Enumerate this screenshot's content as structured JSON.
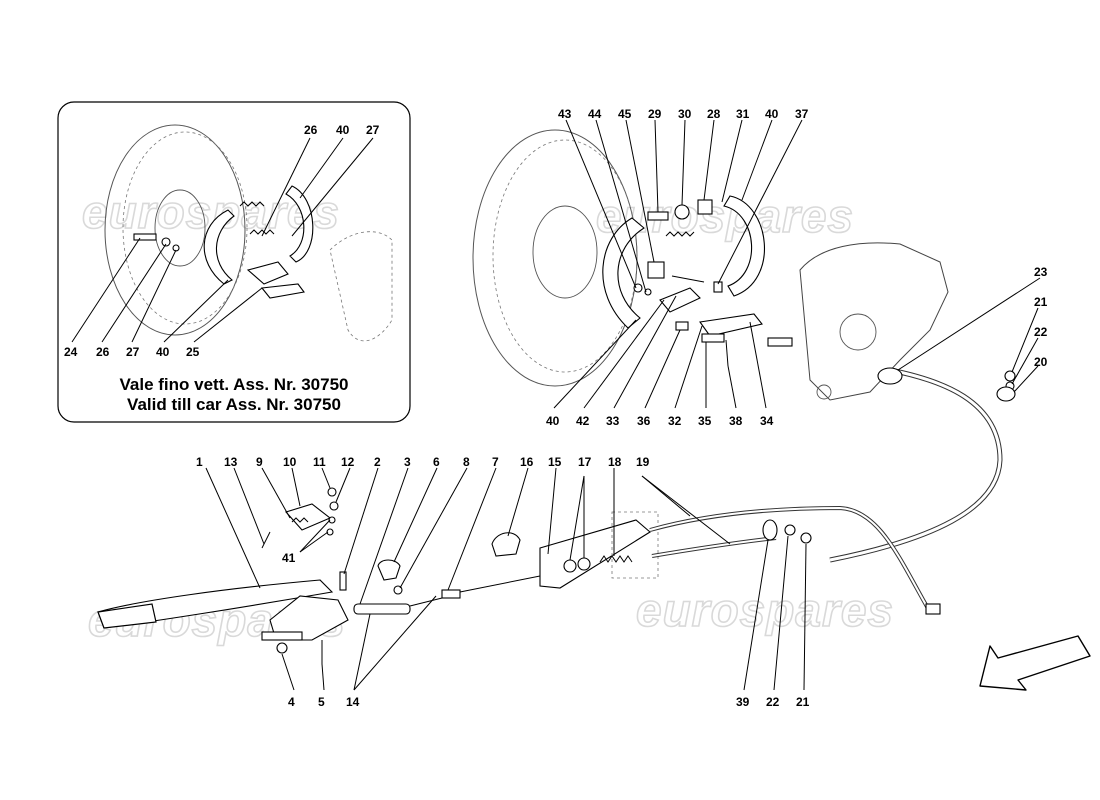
{
  "watermark": "eurospares",
  "inset": {
    "caption_line1": "Vale fino vett. Ass. Nr. 30750",
    "caption_line2": "Valid till car Ass. Nr. 30750",
    "top_labels": [
      "26",
      "40",
      "27"
    ],
    "bottom_labels": [
      "24",
      "26",
      "27",
      "40",
      "25"
    ]
  },
  "upper_labels": [
    "43",
    "44",
    "45",
    "29",
    "30",
    "28",
    "31",
    "40",
    "37"
  ],
  "lower_caliper_labels": [
    "40",
    "42",
    "33",
    "36",
    "32",
    "35",
    "38",
    "34"
  ],
  "right_labels": [
    "23",
    "21",
    "22",
    "20"
  ],
  "lever_labels": [
    "1",
    "13",
    "9",
    "10",
    "11",
    "12",
    "2",
    "3",
    "6",
    "8",
    "7",
    "16",
    "15",
    "17",
    "18",
    "19",
    "41"
  ],
  "bottom_labels": [
    "4",
    "5",
    "14",
    "39",
    "22",
    "21"
  ],
  "direction_arrow": "front-direction-arrow"
}
